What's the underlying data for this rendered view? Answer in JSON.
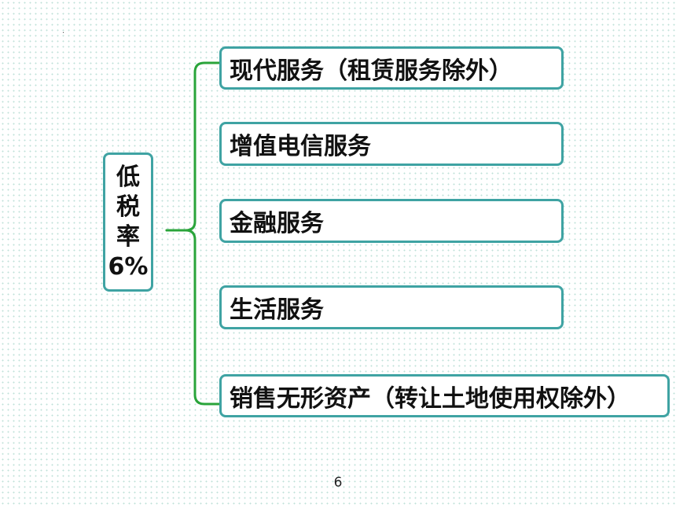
{
  "category": {
    "chars": [
      "低",
      "税",
      "率",
      "6%"
    ]
  },
  "items": [
    {
      "label": "现代服务（租赁服务除外）"
    },
    {
      "label": "增值电信服务"
    },
    {
      "label": "金融服务"
    },
    {
      "label": "生活服务"
    },
    {
      "label": "销售无形资产（转让土地使用权除外）"
    }
  ],
  "page_number": "6",
  "colors": {
    "box_border": "#3fa3a3",
    "brace": "#2aa43a",
    "background_dots": "#bfe0d8"
  }
}
